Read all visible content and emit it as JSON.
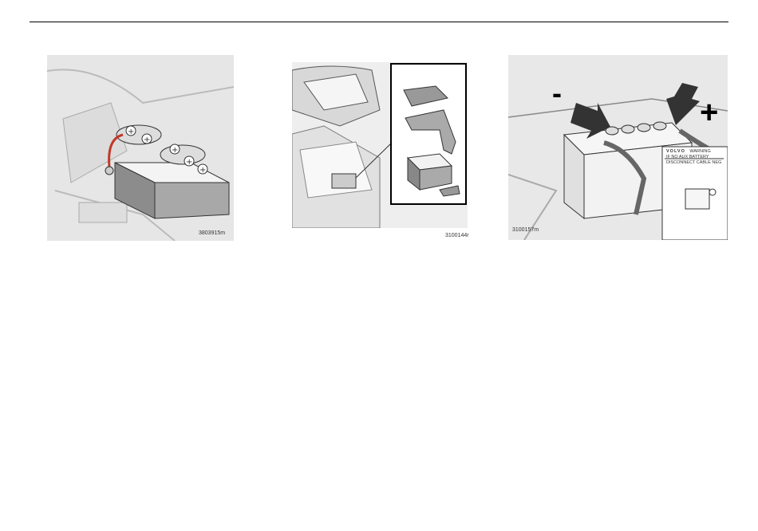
{
  "figures": [
    {
      "code": "3803915m"
    },
    {
      "code": "3100144r"
    },
    {
      "code": "3100157m",
      "minus": "-",
      "plus": "+",
      "label": {
        "brand": "VOLVO",
        "title": "WARNING",
        "line1": "IF NO AUX BATTERY",
        "line2": "DISCONNECT CABLE NEG"
      }
    }
  ]
}
